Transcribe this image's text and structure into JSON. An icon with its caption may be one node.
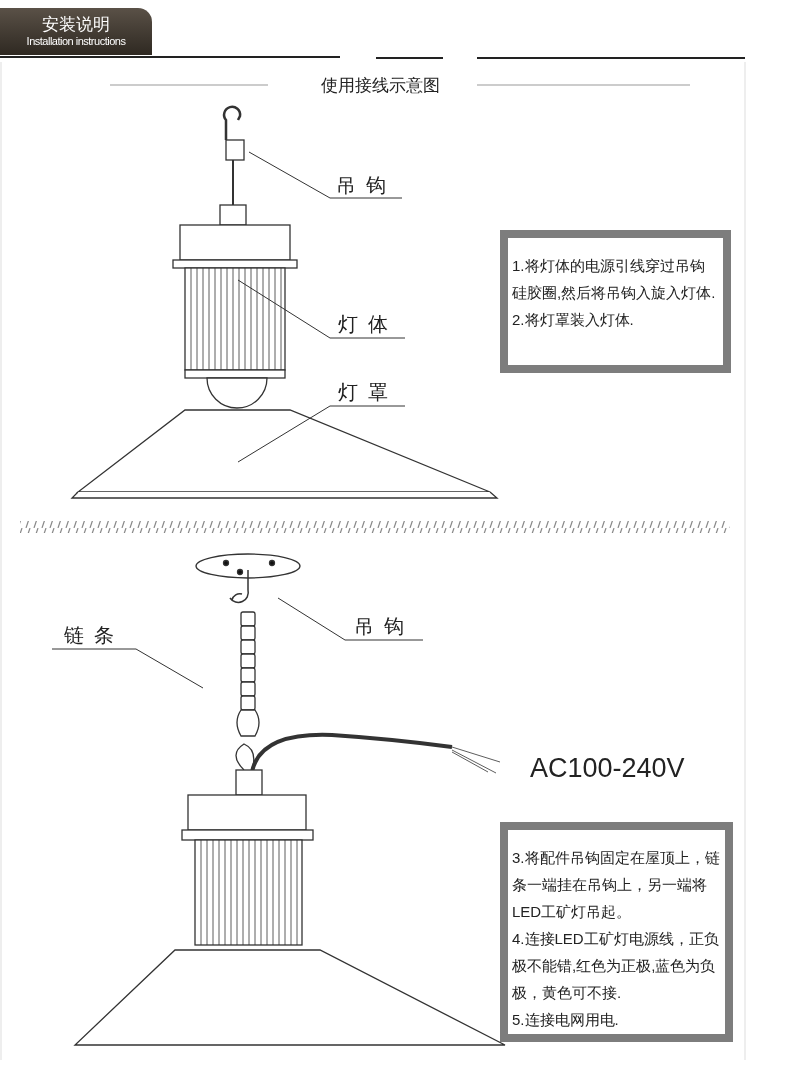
{
  "diagram": {
    "title": "使用接线示意图",
    "nodes": [
      {
        "text": [
          "安装说明",
          "Installation instructions"
        ]
      },
      {
        "text": [
          "吊钩"
        ]
      },
      {
        "text": [
          "灯体"
        ]
      },
      {
        "text": [
          "灯罩"
        ]
      },
      {
        "text": [
          "1.将灯体的电源引线穿过吊钩硅胶圈,然后将吊钩入旋入灯体.",
          "2.将灯罩装入灯体."
        ]
      },
      {
        "text": [
          "链条"
        ]
      },
      {
        "text": [
          "吊钩"
        ]
      },
      {
        "text": [
          "3.将配件吊钩固定在屋顶上，链条一端挂在吊钩上，另一端将LED工矿灯吊起。",
          "4.连接LED工矿灯电源线，正负极不能错,红色为正极,蓝色为负极，黄色可不接.",
          "5.连接电网用电."
        ]
      }
    ],
    "edges": [
      {
        "from": 1,
        "to": null,
        "arrow": "none"
      },
      {
        "from": 2,
        "to": null,
        "arrow": "none"
      },
      {
        "from": 3,
        "to": null,
        "arrow": "none"
      },
      {
        "from": 5,
        "to": null,
        "arrow": "none"
      },
      {
        "from": 6,
        "to": null,
        "arrow": "none"
      }
    ],
    "labels": [
      "AC100-240V"
    ]
  }
}
